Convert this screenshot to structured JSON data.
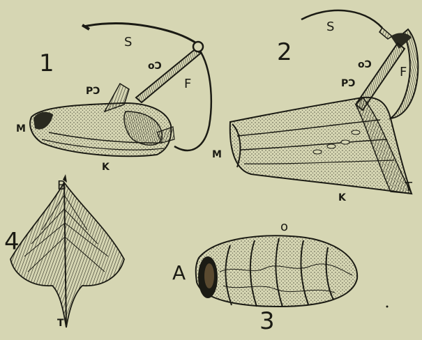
{
  "plate": {
    "background": "#d6d6b3",
    "ink": "#1b1b14"
  },
  "figures": {
    "fig1": {
      "number": "1",
      "labels": {
        "s": "S",
        "oc": "oƆ",
        "pc": "PƆ",
        "f": "F",
        "m": "M",
        "k": "K"
      }
    },
    "fig2": {
      "number": "2",
      "labels": {
        "s": "S",
        "oc": "oƆ",
        "pc": "PƆ",
        "f": "F",
        "m": "M",
        "k": "K",
        "t": "T"
      }
    },
    "fig3": {
      "number": "3",
      "labels": {
        "o": "o",
        "a": "A"
      }
    },
    "fig4": {
      "number": "4",
      "labels": {
        "b": "B",
        "t": "T"
      }
    }
  }
}
